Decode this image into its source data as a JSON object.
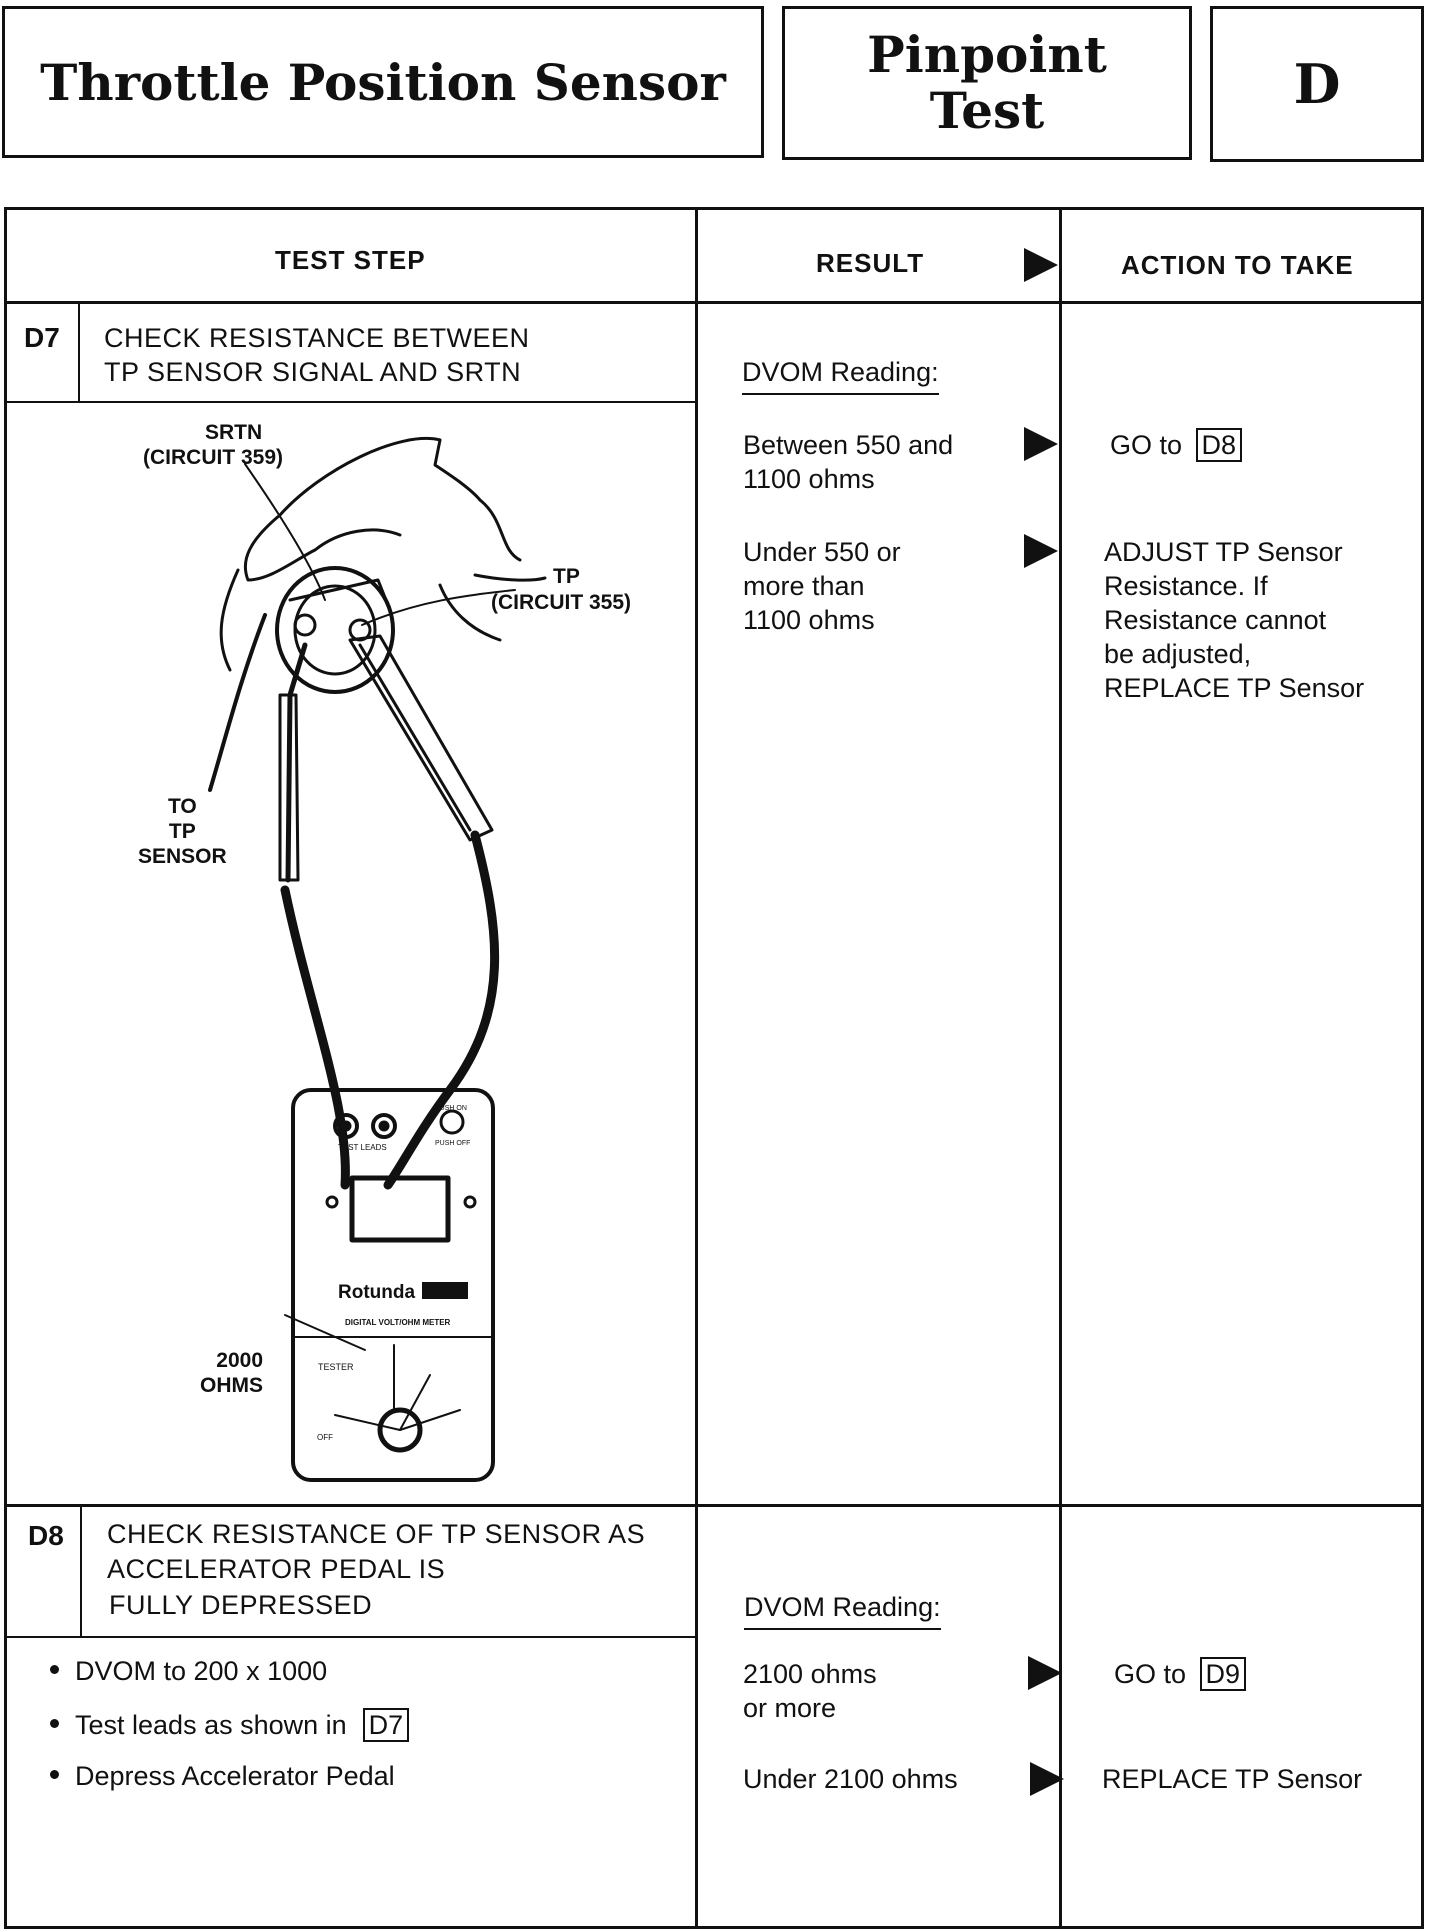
{
  "header": {
    "title": "Throttle Position Sensor",
    "pinpoint_line1": "Pinpoint",
    "pinpoint_line2": "Test",
    "code": "D"
  },
  "columns": {
    "test_step": "TEST STEP",
    "result": "RESULT",
    "action": "ACTION TO TAKE"
  },
  "d7": {
    "id": "D7",
    "title_line1": "CHECK RESISTANCE BETWEEN",
    "title_line2": "TP SENSOR SIGNAL AND SRTN",
    "reading_label": "DVOM Reading:",
    "results": [
      {
        "line1": "Between 550 and",
        "line2": "1100 ohms",
        "line3": ""
      },
      {
        "line1": "Under 550 or",
        "line2": "more than",
        "line3": "1100 ohms"
      }
    ],
    "actions": {
      "goto_text": "GO to",
      "goto_ref": "D8",
      "adjust_lines": [
        "ADJUST TP Sensor",
        "Resistance. If",
        "Resistance cannot",
        "be adjusted,",
        "REPLACE TP Sensor"
      ]
    },
    "figure_labels": {
      "srtn": "SRTN",
      "circuit_359": "(CIRCUIT  359)",
      "tp": "TP",
      "circuit_355": "(CIRCUIT 355)",
      "to": "TO",
      "to_tp": "TP",
      "sensor": "SENSOR",
      "ohms_value": "2000",
      "ohms_unit": "OHMS",
      "brand": "Rotunda",
      "meter_caption": "DIGITAL VOLT/OHM METER",
      "test_leads": "TEST LEADS",
      "push_on": "PUSH  ON",
      "push_off": "PUSH  OFF",
      "tester": "TESTER",
      "off": "OFF"
    }
  },
  "d8": {
    "id": "D8",
    "title_line1": "CHECK RESISTANCE OF TP SENSOR AS",
    "title_line2": "ACCELERATOR PEDAL IS",
    "title_line3": "FULLY DEPRESSED",
    "bullets": [
      "DVOM to 200 x 1000",
      "Test leads as shown in",
      "Depress Accelerator Pedal"
    ],
    "bullet_ref": "D7",
    "reading_label": "DVOM Reading:",
    "results": [
      {
        "line1": "2100 ohms",
        "line2": "or more"
      },
      {
        "line1": "Under 2100 ohms"
      }
    ],
    "actions": {
      "goto_text": "GO to",
      "goto_ref": "D9",
      "replace": "REPLACE TP Sensor"
    }
  }
}
